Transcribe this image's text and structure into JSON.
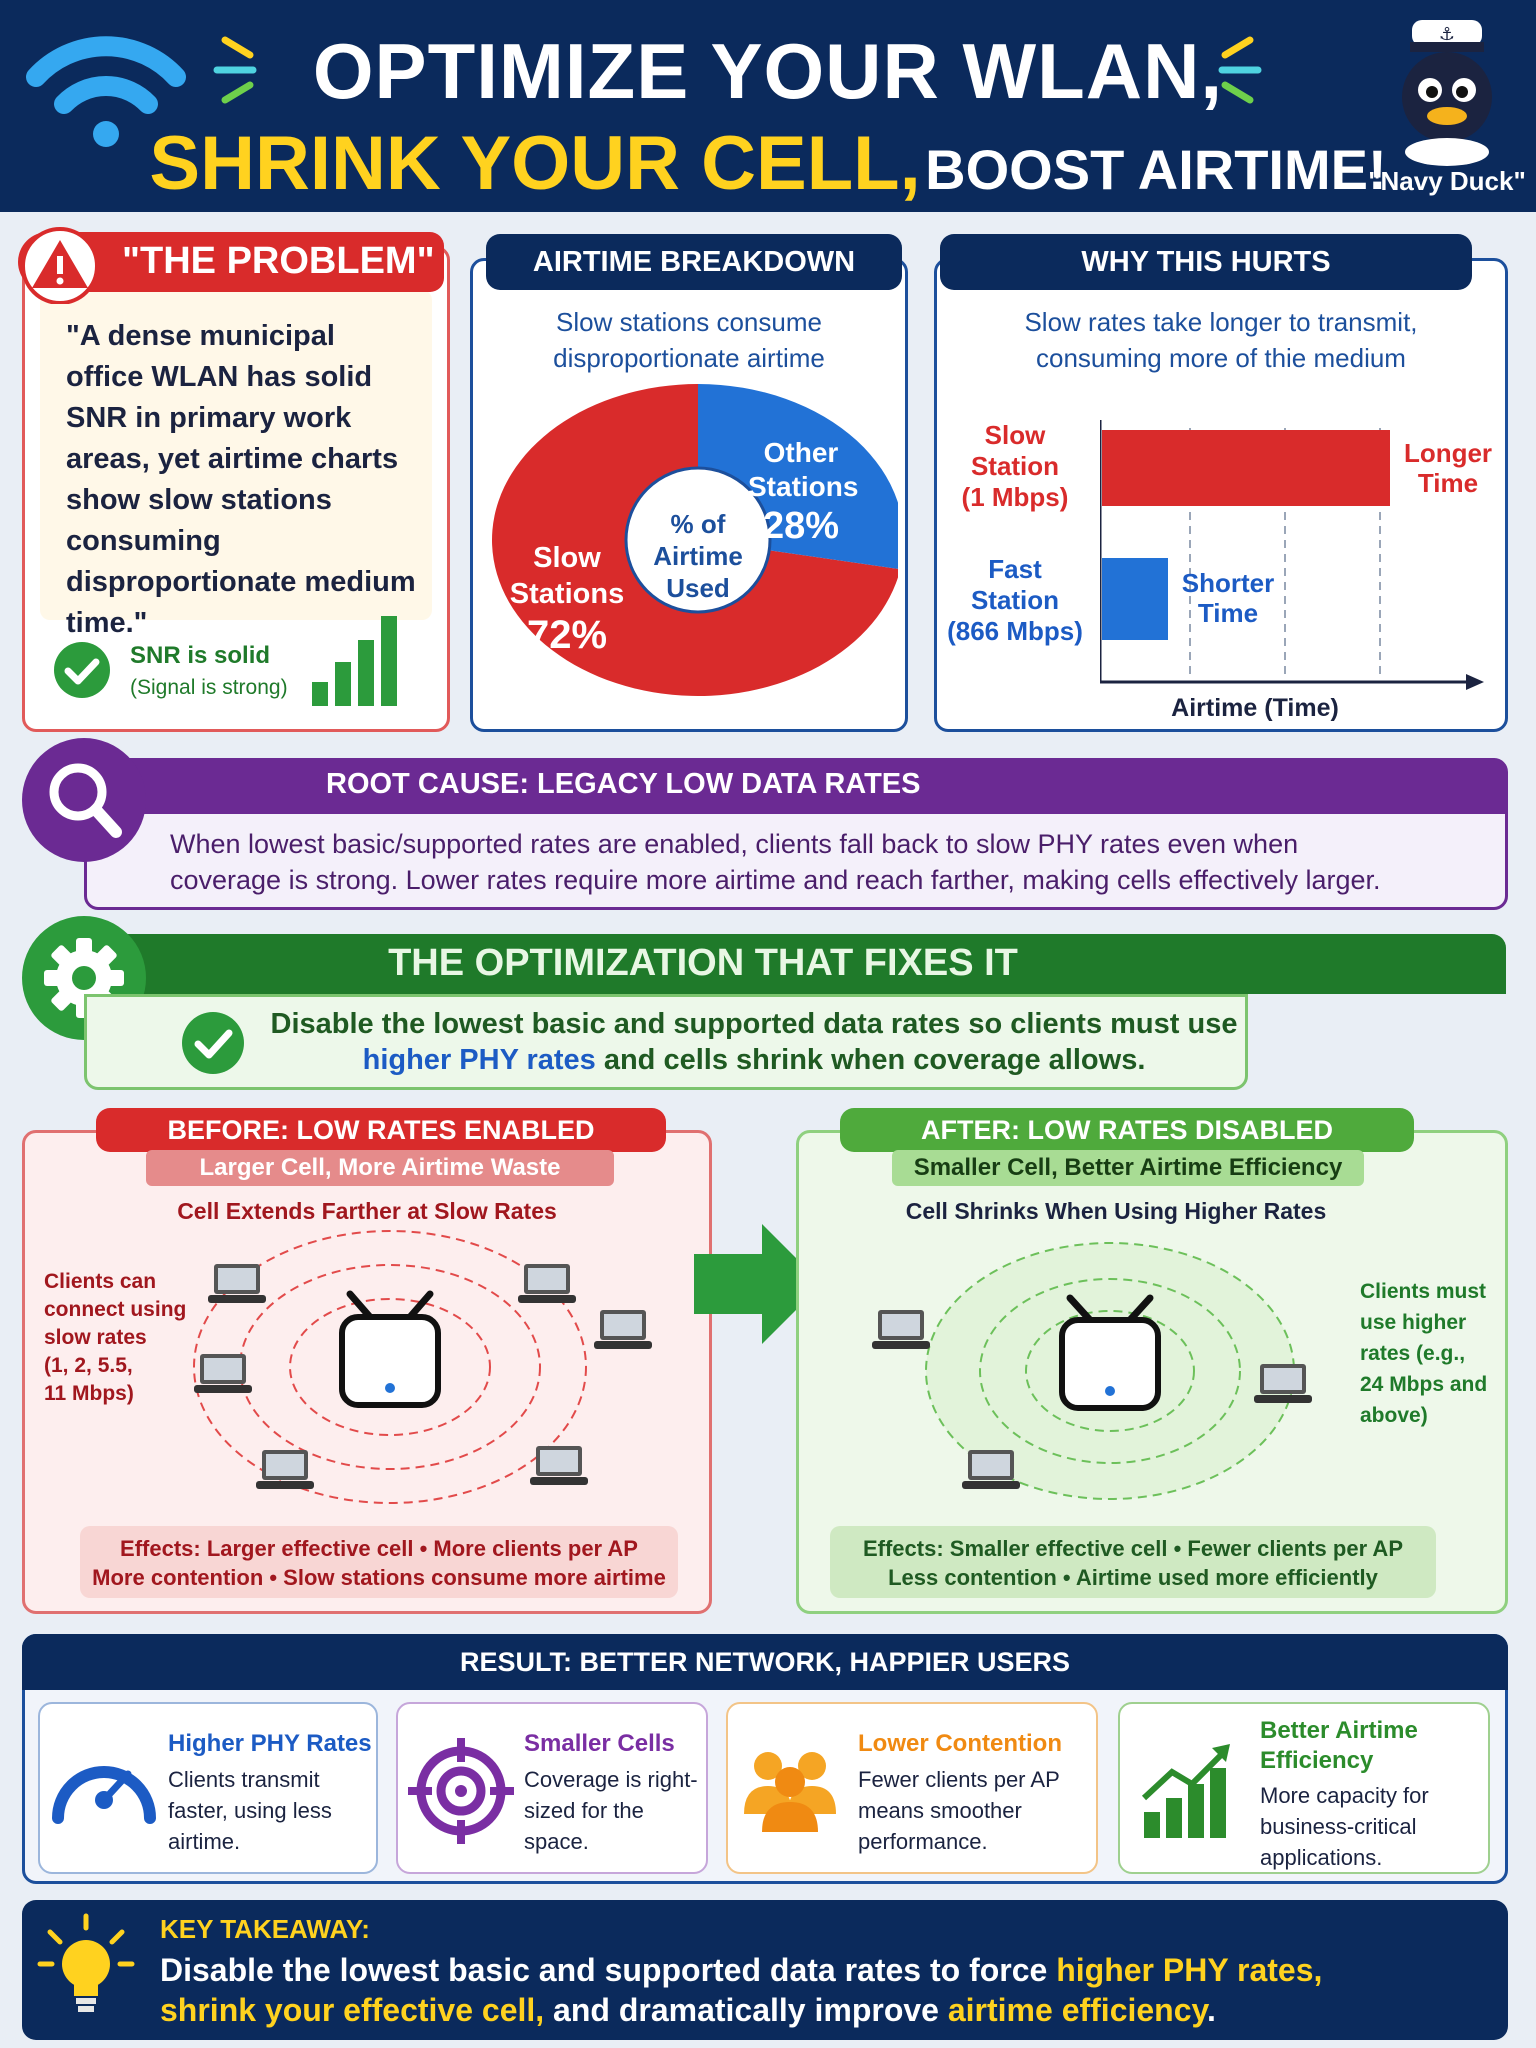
{
  "header": {
    "line1": "OPTIMIZE YOUR WLAN,",
    "line2a": "SHRINK YOUR CELL,",
    "line2b": "BOOST AIRTIME!",
    "mascot": "\"Navy Duck\""
  },
  "problem": {
    "title": "\"THE PROBLEM\"",
    "quote": "\"A dense municipal office WLAN has solid SNR in primary work areas, yet airtime charts show slow stations consuming disproportionate medium time.\"",
    "snr_title": "SNR is solid",
    "snr_sub": "(Signal is strong)"
  },
  "airtime": {
    "title": "AIRTIME BREAKDOWN",
    "subtitle1": "Slow stations consume",
    "subtitle2": "disproportionate airtime",
    "center1": "% of",
    "center2": "Airtime",
    "center3": "Used",
    "slow_l1": "Slow",
    "slow_l2": "Stations",
    "slow_pct": "72%",
    "other_l1": "Other",
    "other_l2": "Stations",
    "other_pct": "28%",
    "slow_value": 72,
    "other_value": 28,
    "slow_color": "#d92b2b",
    "other_color": "#2272d6"
  },
  "hurts": {
    "title": "WHY THIS HURTS",
    "subtitle1": "Slow rates take longer to transmit,",
    "subtitle2": "consuming more of thie medium",
    "slow_l1": "Slow",
    "slow_l2": "Station",
    "slow_l3": "(1 Mbps)",
    "fast_l1": "Fast",
    "fast_l2": "Station",
    "fast_l3": "(866 Mbps)",
    "longer1": "Longer",
    "longer2": "Time",
    "shorter1": "Shorter",
    "shorter2": "Time",
    "axis": "Airtime (Time)"
  },
  "root": {
    "title": "ROOT CAUSE: LEGACY LOW DATA RATES",
    "line1": "When lowest basic/supported rates are enabled, clients fall back to slow PHY rates even when",
    "line2": "coverage is strong. Lower rates require more airtime and reach farther, making cells effectively larger."
  },
  "fix": {
    "title": "THE OPTIMIZATION THAT FIXES IT",
    "line1": "Disable the lowest basic and supported data rates so clients must use",
    "line2a": "higher PHY rates",
    "line2b": " and cells shrink when coverage allows."
  },
  "before": {
    "title": "BEFORE: LOW RATES ENABLED",
    "sub": "Larger Cell, More Airtime Waste",
    "caption": "Cell Extends Farther at Slow Rates",
    "side": [
      "Clients can",
      "connect using",
      "slow rates",
      "(1, 2, 5.5,",
      "11 Mbps)"
    ],
    "eff1a": "Effects:",
    "eff1b": " Larger effective cell • More clients per AP",
    "eff2": "More contention • Slow stations consume more airtime"
  },
  "after": {
    "title": "AFTER: LOW RATES DISABLED",
    "sub": "Smaller Cell, Better Airtime Efficiency",
    "caption": "Cell Shrinks When Using Higher Rates",
    "side": [
      "Clients must",
      "use higher",
      "rates (e.g.,",
      "24 Mbps and",
      "above)"
    ],
    "eff1a": "Effects:",
    "eff1b": " Smaller effective cell • Fewer clients per AP",
    "eff2": "Less contention • Airtime used more efficiently"
  },
  "result": {
    "title": "RESULT: BETTER NETWORK, HAPPIER USERS",
    "cards": [
      {
        "title": "Higher PHY Rates",
        "l1": "Clients transmit",
        "l2": "faster, using less",
        "l3": "airtime.",
        "color": "#1c5bc4"
      },
      {
        "title": "Smaller Cells",
        "l1": "Coverage is right-",
        "l2": "sized for the",
        "l3": "space.",
        "color": "#7a2ea3"
      },
      {
        "title": "Lower Contention",
        "l1": "Fewer clients per AP",
        "l2": "means smoother",
        "l3": "performance.",
        "color": "#f08a12"
      },
      {
        "title": "Better Airtime",
        "title2": "Efficiency",
        "l1": "More capacity for",
        "l2": "business-critical",
        "l3": "applications.",
        "color": "#2c8c2c"
      }
    ]
  },
  "takeaway": {
    "label": "KEY TAKEAWAY:",
    "l1a": "Disable the lowest basic and supported data rates to force ",
    "l1b": "higher PHY rates,",
    "l2a": "shrink your effective cell,",
    "l2b": " and dramatically improve ",
    "l2c": "airtime efficiency",
    "l2d": "."
  }
}
